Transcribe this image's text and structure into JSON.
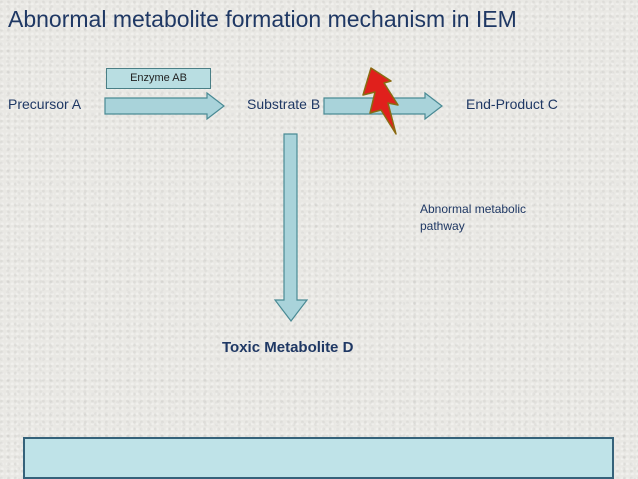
{
  "slide": {
    "title": "Abnormal metabolite formation mechanism in IEM",
    "enzyme_label": "Enzyme AB",
    "precursor_label": "Precursor  A",
    "substrate_label": "Substrate  B",
    "end_product_label": "End-Product  C",
    "abnormal_pathway_label": "Abnormal metabolic pathway",
    "toxic_metabolite_label": "Toxic  Metabolite  D"
  },
  "colors": {
    "title": "#1f3864",
    "arrow_fill": "#a9d3da",
    "arrow_stroke": "#4a8a94",
    "lightning_fill": "#e0201c",
    "lightning_stroke": "#8a6a12"
  },
  "icons": [
    "lightning-bolt-icon"
  ]
}
